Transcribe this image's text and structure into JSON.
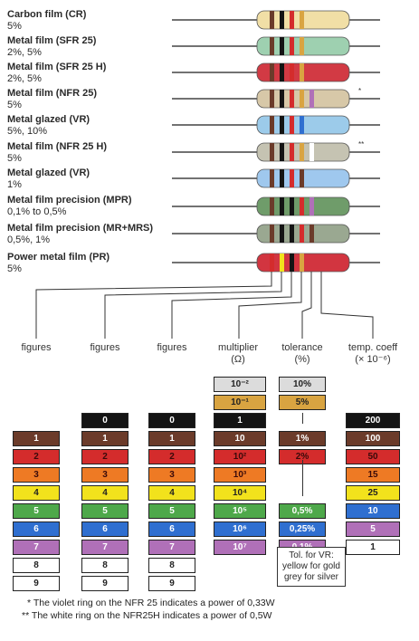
{
  "resistors": [
    {
      "title": "Carbon film (CR)",
      "spec": "5%",
      "mark": ""
    },
    {
      "title": "Metal film (SFR 25)",
      "spec": "2%, 5%",
      "mark": ""
    },
    {
      "title": "Metal film (SFR 25 H)",
      "spec": "2%, 5%",
      "mark": ""
    },
    {
      "title": "Metal film (NFR 25)",
      "spec": "5%",
      "mark": "*"
    },
    {
      "title": "Metal glazed (VR)",
      "spec": "5%, 10%",
      "mark": ""
    },
    {
      "title": "Metal film (NFR 25 H)",
      "spec": "5%",
      "mark": "**"
    },
    {
      "title": "Metal glazed (VR)",
      "spec": "1%",
      "mark": ""
    },
    {
      "title": "Metal film precision (MPR)",
      "spec": "0,1% to 0,5%",
      "mark": ""
    },
    {
      "title": "Metal film precision (MR+MRS)",
      "spec": "0,5%, 1%",
      "mark": ""
    },
    {
      "title": "Power metal film (PR)",
      "spec": "5%",
      "mark": ""
    }
  ],
  "columns": [
    {
      "head1": "figures",
      "head2": "",
      "cells": [
        "1",
        "2",
        "3",
        "4",
        "5",
        "6",
        "7",
        "8",
        "9"
      ]
    },
    {
      "head1": "figures",
      "head2": "",
      "cells": [
        "0",
        "1",
        "2",
        "3",
        "4",
        "5",
        "6",
        "7",
        "8",
        "9"
      ]
    },
    {
      "head1": "figures",
      "head2": "",
      "cells": [
        "0",
        "1",
        "2",
        "3",
        "4",
        "5",
        "6",
        "7",
        "8",
        "9"
      ]
    },
    {
      "head1": "multiplier",
      "head2": "(Ω)",
      "cells": [
        "10⁻²",
        "10⁻¹",
        "1",
        "10",
        "10²",
        "10³",
        "10⁴",
        "10⁵",
        "10⁶",
        "10⁷"
      ]
    },
    {
      "head1": "tolerance",
      "head2": "(%)",
      "cells": [
        "10%",
        "5%",
        "1%",
        "2%",
        "0,5%",
        "0,25%",
        "0,1%"
      ]
    },
    {
      "head1": "temp. coeff",
      "head2": "(× 10⁻⁶)",
      "cells": [
        "200",
        "100",
        "50",
        "15",
        "25",
        "10",
        "5",
        "1"
      ]
    }
  ],
  "tol_note": {
    "line1": "Tol. for VR:",
    "line2": "yellow for gold",
    "line3": "grey for silver"
  },
  "footnotes": [
    {
      "mark": "*",
      "text": "The violet ring on the NFR 25 indicates a power of 0,33W"
    },
    {
      "mark": "**",
      "text": "The white ring on the NFR25H indicates a power of 0,5W"
    }
  ],
  "colors": {
    "silver": "#dcdcdc",
    "gold": "#d9a441",
    "black": "#141414",
    "brown": "#6b3b2a",
    "red": "#d42c2c",
    "orange": "#ee7a24",
    "yellow": "#f2e21c",
    "green": "#4ea84a",
    "blue": "#2f6fd0",
    "violet": "#b070b8",
    "grey": "#bdbdbd",
    "white": "#ffffff"
  }
}
